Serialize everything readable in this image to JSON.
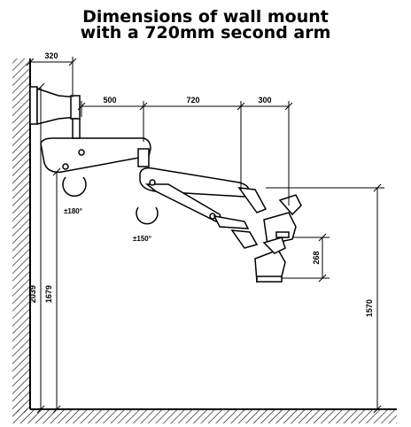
{
  "title": {
    "line1": "Dimensions of wall mount",
    "line2": "with a 720mm second arm"
  },
  "dimensions": {
    "wall_offset": "320",
    "arm1": "500",
    "arm2": "720",
    "arm3": "300",
    "head_drop": "268",
    "height_total": "2039",
    "height_arm": "1679",
    "height_floor": "1570"
  },
  "angles": {
    "joint1": "±180°",
    "joint2": "±150°"
  },
  "colors": {
    "line": "#000000",
    "background": "#ffffff"
  }
}
